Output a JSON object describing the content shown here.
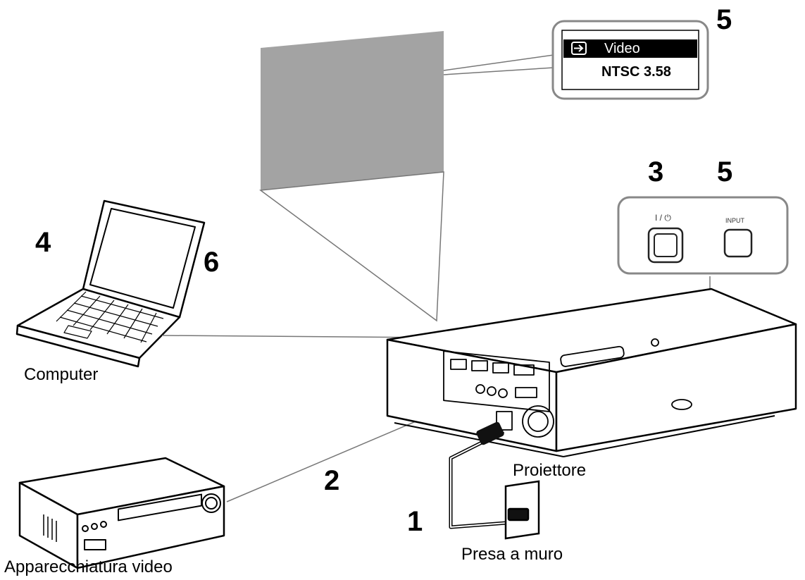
{
  "steps": {
    "s1": "1",
    "s2": "2",
    "s3": "3",
    "s4": "4",
    "s5_top": "5",
    "s5_panel": "5",
    "s6": "6"
  },
  "labels": {
    "computer": "Computer",
    "video_equipment": "Apparecchiatura video",
    "projector": "Proiettore",
    "wall_outlet": "Presa a muro"
  },
  "osd": {
    "input_name": "Video",
    "signal": "NTSC 3.58",
    "input_icon": "input-arrow-icon"
  },
  "panel": {
    "power_label": "I / ⏻",
    "input_label": "INPUT"
  },
  "colors": {
    "line": "#000000",
    "screen": "#a3a3a3",
    "outline": "#808080",
    "osd_bar": "#000000"
  }
}
